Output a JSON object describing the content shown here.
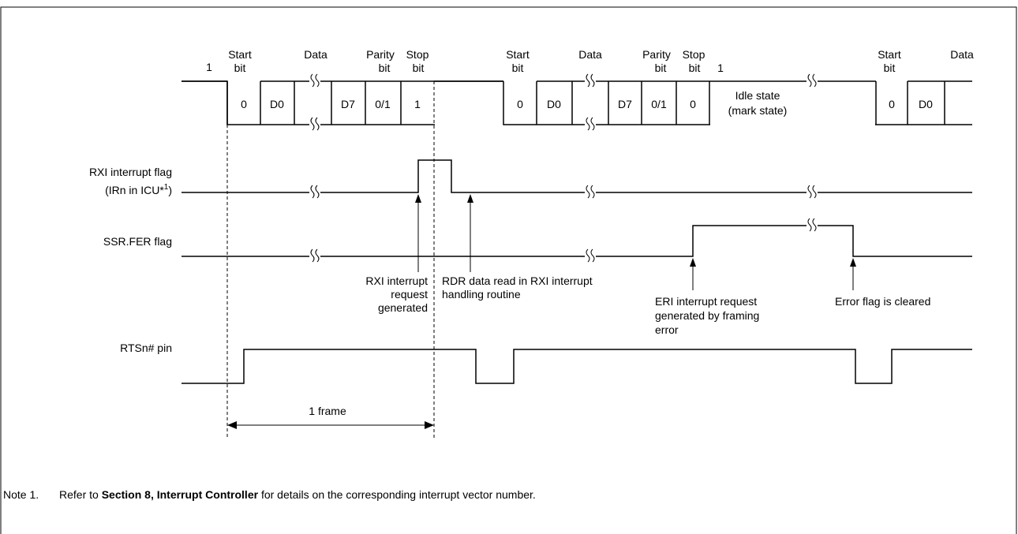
{
  "bit_headers": {
    "idle_one_left": "1",
    "start_bit_1": "Start",
    "start_bit_2": "bit",
    "data": "Data",
    "parity_bit_1": "Parity",
    "parity_bit_2": "bit",
    "stop_bit_1": "Stop",
    "stop_bit_2": "bit",
    "idle_one_right": "1"
  },
  "cell_values": {
    "start": "0",
    "d0": "D0",
    "d7": "D7",
    "parity": "0/1",
    "stop_ok": "1",
    "stop_err": "0"
  },
  "idle_state": {
    "line1": "Idle state",
    "line2": "(mark state)"
  },
  "signals": {
    "rxi_line1": "RXI interrupt flag",
    "rxi_line2_prefix": "(IRn in ICU*",
    "rxi_line2_sup": "1",
    "rxi_line2_suffix": ")",
    "fer": "SSR.FER flag",
    "rts": "RTSn# pin"
  },
  "annotations": {
    "rxi_req_1": "RXI interrupt",
    "rxi_req_2": "request",
    "rxi_req_3": "generated",
    "rdr_read_1": "RDR data read in RXI interrupt",
    "rdr_read_2": "handling routine",
    "eri_1": "ERI interrupt request",
    "eri_2": "generated by framing",
    "eri_3": "error",
    "err_clear": "Error flag is cleared",
    "frame": "1 frame"
  },
  "note": {
    "label": "Note 1.",
    "text_before": "Refer to ",
    "bold": "Section 8, Interrupt Controller",
    "text_after": " for details on the corresponding interrupt vector number."
  }
}
